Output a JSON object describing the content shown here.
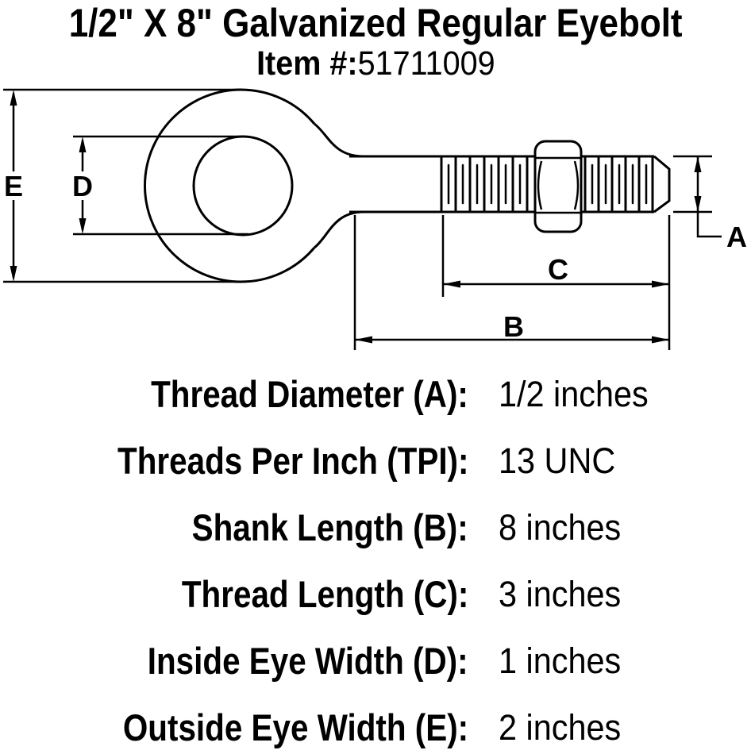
{
  "header": {
    "title": "1/2\" X 8\" Galvanized Regular Eyebolt",
    "item_label": "Item #:",
    "item_number": "51711009"
  },
  "diagram": {
    "type": "technical-drawing",
    "part": "regular eyebolt side view with hex nut",
    "dimension_labels": {
      "A": "A",
      "B": "B",
      "C": "C",
      "D": "D",
      "E": "E"
    },
    "dimension_meanings": {
      "A": "Thread Diameter",
      "B": "Shank Length",
      "C": "Thread Length",
      "D": "Inside Eye Width",
      "E": "Outside Eye Width"
    }
  },
  "specs": {
    "rows": [
      {
        "label": "Thread Diameter (A):",
        "value": "1/2 inches"
      },
      {
        "label": "Threads Per Inch (TPI):",
        "value": "13 UNC"
      },
      {
        "label": "Shank Length (B):",
        "value": "8 inches"
      },
      {
        "label": "Thread Length (C):",
        "value": "3 inches"
      },
      {
        "label": "Inside Eye Width (D):",
        "value": "1 inches"
      },
      {
        "label": "Outside Eye Width (E):",
        "value": "2 inches"
      }
    ]
  },
  "colors": {
    "line": "#000000",
    "background": "#ffffff",
    "text": "#000000"
  }
}
